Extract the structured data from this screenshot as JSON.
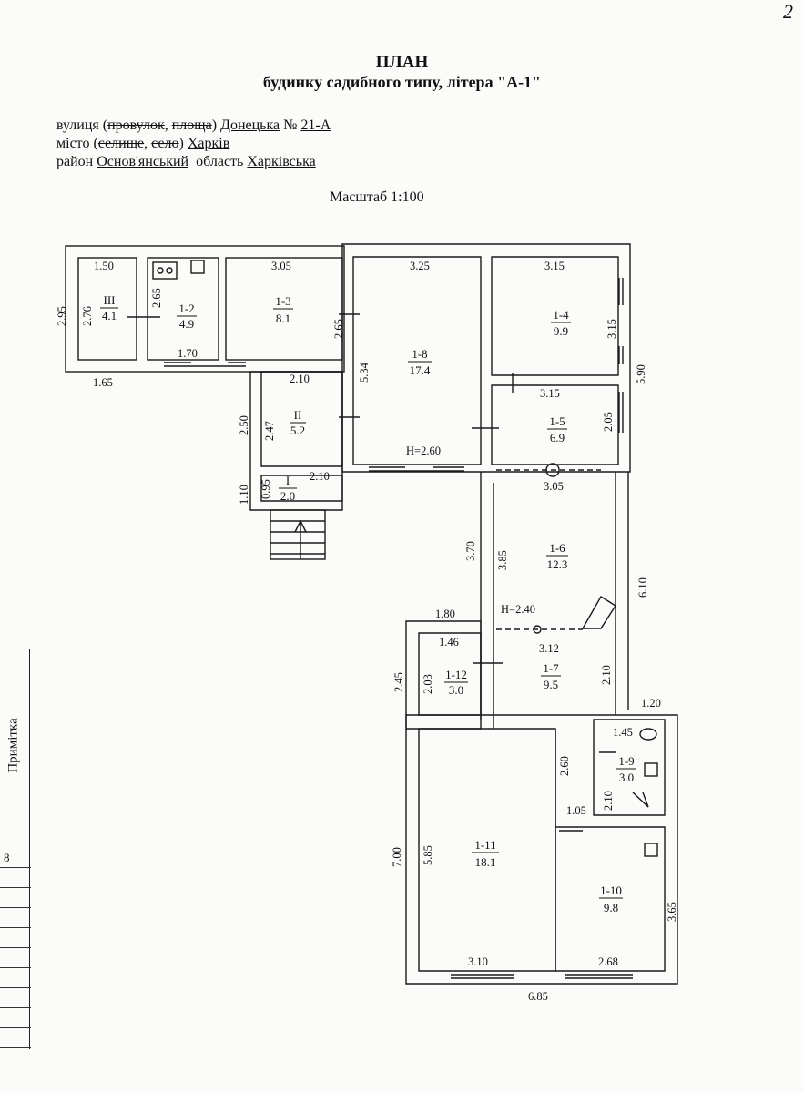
{
  "page_number": "2",
  "title": "ПЛАН",
  "subtitle": "будинку садибного типу, літера \"А-1\"",
  "address": {
    "line1": {
      "prefix": "вулиця (",
      "struck1": "провулок",
      "sep": ", ",
      "struck2": "площа",
      "close": ") ",
      "street": "Донецька",
      "no_label": " № ",
      "number": "21-А"
    },
    "line2": {
      "prefix": "місто (",
      "struck1": "селище",
      "sep": ", ",
      "struck2": "село",
      "close": ") ",
      "city": "Харків"
    },
    "line3": {
      "district_label": "район ",
      "district": "Основ'янський",
      "region_label": "  область ",
      "region": "Харківська"
    }
  },
  "scale": "Масштаб 1:100",
  "rooms": [
    {
      "id": "III",
      "area": "4.1"
    },
    {
      "id": "1-2",
      "area": "4.9"
    },
    {
      "id": "1-3",
      "area": "8.1"
    },
    {
      "id": "1-8",
      "area": "17.4"
    },
    {
      "id": "1-4",
      "area": "9.9"
    },
    {
      "id": "1-5",
      "area": "6.9"
    },
    {
      "id": "II",
      "area": "5.2"
    },
    {
      "id": "I",
      "area": "2.0"
    },
    {
      "id": "1-6",
      "area": "12.3"
    },
    {
      "id": "1-12",
      "area": "3.0"
    },
    {
      "id": "1-7",
      "area": "9.5"
    },
    {
      "id": "1-9",
      "area": "3.0"
    },
    {
      "id": "1-11",
      "area": "18.1"
    },
    {
      "id": "1-10",
      "area": "9.8"
    }
  ],
  "dimensions": {
    "d150": "1.50",
    "d305": "3.05",
    "d325": "3.25",
    "d315a": "3.15",
    "d295": "2.95",
    "d276": "2.76",
    "d265a": "2.65",
    "d265b": "2.65",
    "d170": "1.70",
    "d534": "5.34",
    "d315b": "3.15",
    "d590": "5.90",
    "d165": "1.65",
    "d210a": "2.10",
    "d315c": "3.15",
    "d250": "2.50",
    "d247": "2.47",
    "d205": "2.05",
    "h260": "H=2.60",
    "d110": "1.10",
    "d095": "0.95",
    "d210b": "2.10",
    "d305b": "3.05",
    "d370": "3.70",
    "d385": "3.85",
    "d610": "6.10",
    "d180": "1.80",
    "h240": "H=2.40",
    "d146": "1.46",
    "d312": "3.12",
    "d245": "2.45",
    "d203": "2.03",
    "d210c": "2.10",
    "d120": "1.20",
    "d145": "1.45",
    "d260": "2.60",
    "d210d": "2.10",
    "d105": "1.05",
    "d700": "7.00",
    "d585": "5.85",
    "d365": "3.65",
    "d310": "3.10",
    "d268": "2.68",
    "d685": "6.85"
  },
  "side_note": {
    "label": "Примітка",
    "number": "8"
  }
}
